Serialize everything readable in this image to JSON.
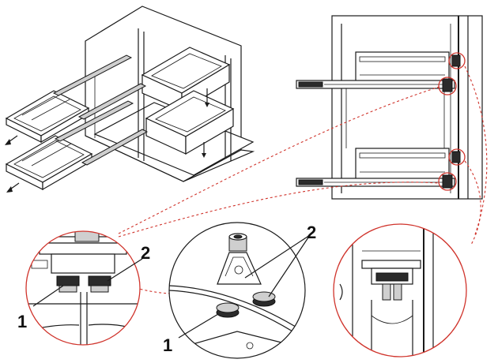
{
  "callouts": [
    {
      "id": "left-1",
      "text": "1"
    },
    {
      "id": "left-2",
      "text": "2"
    },
    {
      "id": "mid-1",
      "text": "1"
    },
    {
      "id": "mid-2",
      "text": "2"
    }
  ],
  "colors": {
    "line": "#1a1a1a",
    "highlight": "#d0342c",
    "fill_light": "#ffffff",
    "fill_gray": "#cfcfcf",
    "fill_dark": "#2b2b2b"
  }
}
